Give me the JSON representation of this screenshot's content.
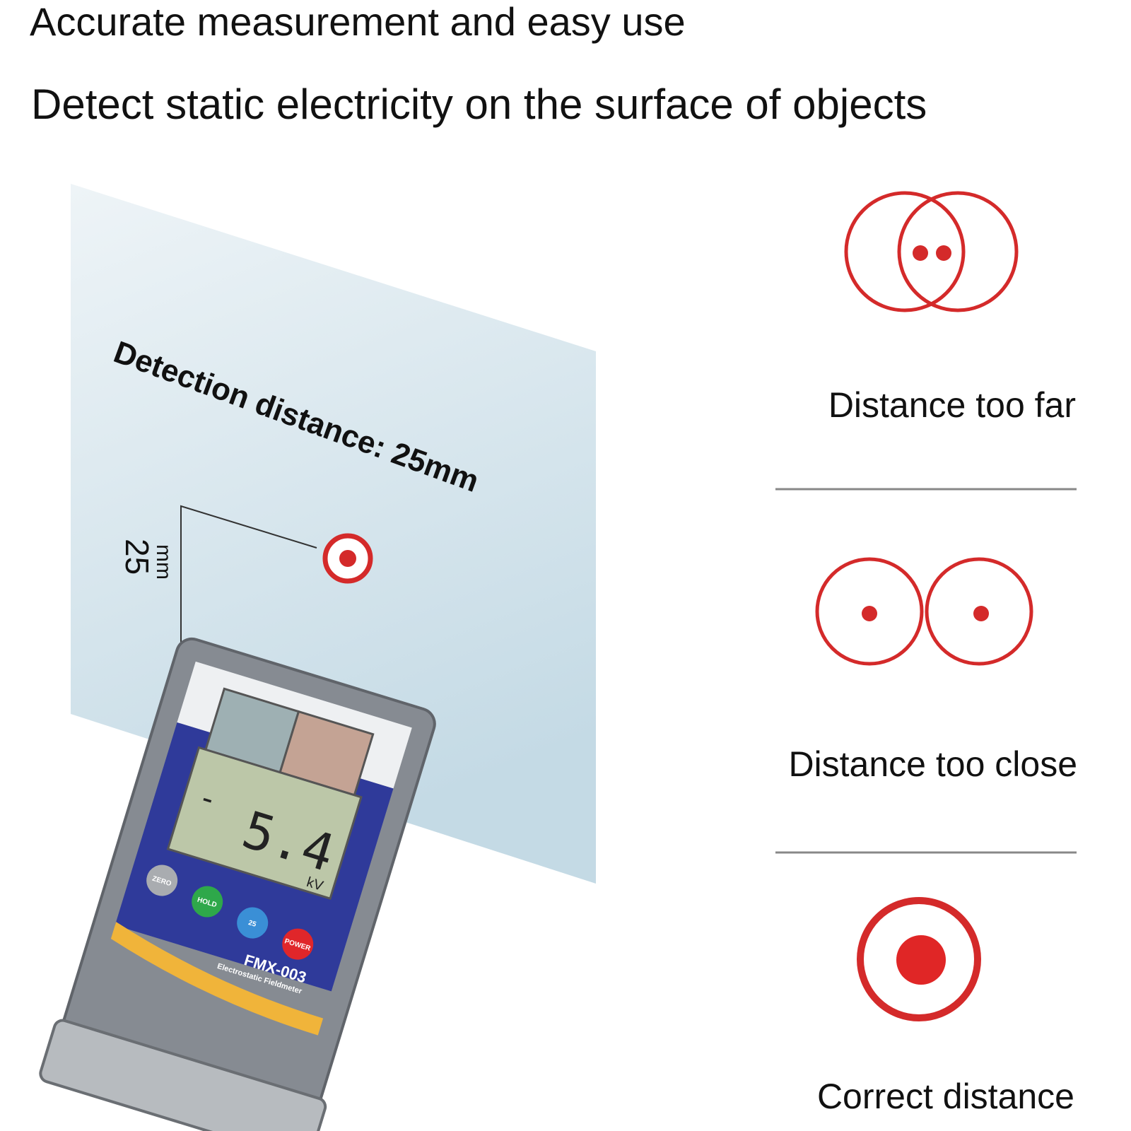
{
  "header": {
    "line1": "Accurate measurement and easy use",
    "line2": "Detect static electricity on the surface of objects"
  },
  "illustration": {
    "detection_label": "Detection distance: 25mm",
    "distance_value": "25",
    "distance_unit": "mm",
    "device": {
      "reading_sign": "-",
      "reading": "5.4",
      "unit": "kV",
      "buttons": [
        "ZERO",
        "HOLD",
        "25",
        "POWER"
      ],
      "model": "FMX-003",
      "subtitle": "Electrostatic Fieldmeter"
    }
  },
  "indicators": [
    {
      "label": "Distance too far",
      "icon": "two-overlapping-circles-dots-close"
    },
    {
      "label": "Distance too close",
      "icon": "two-overlapping-circles-dots-apart"
    },
    {
      "label": "Correct distance",
      "icon": "single-target-circle"
    }
  ],
  "colors": {
    "accent_red": "#d42a2a",
    "panel": "#d3e4ec",
    "device_blue": "#2f3a9a"
  }
}
